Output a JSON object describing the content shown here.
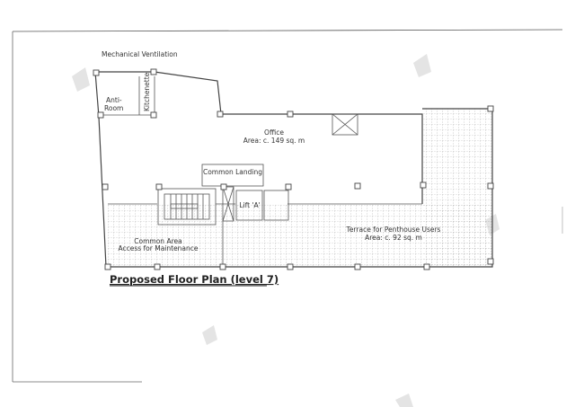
{
  "labels": {
    "mechanical_ventilation": "Mechanical Ventilation",
    "anti_room_1": "Anti-",
    "anti_room_2": "Room",
    "kitchenette": "Kitchenette",
    "office": "Office",
    "office_area": "Area: c. 149 sq. m",
    "common_landing": "Common Landing",
    "lift": "Lift 'A'",
    "common_area": "Common Area",
    "common_area_sub": "Access for Maintenance",
    "terrace": "Terrace for Penthouse Users",
    "terrace_area": "Area: c. 92 sq. m"
  },
  "title": "Proposed Floor Plan (level 7)"
}
